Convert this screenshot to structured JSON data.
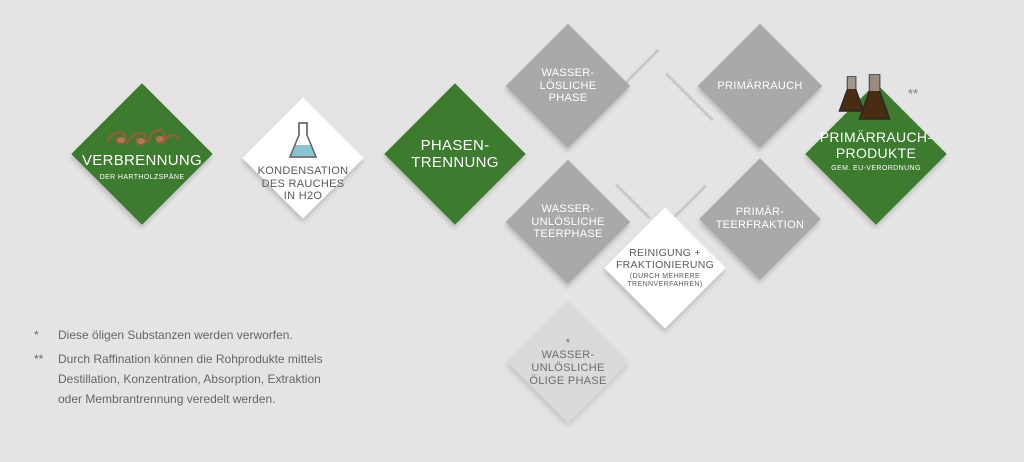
{
  "nodes": {
    "verbrennung": {
      "title": "VERBRENNUNG",
      "subtitle": "DER HARTHOLZSPÄNE"
    },
    "kondensation": {
      "title": "KONDENSATION\nDES RAUCHES\nIN H2O"
    },
    "phasentrennung": {
      "title": "PHASEN-\nTRENNUNG"
    },
    "wasserloesliche_phase": {
      "title": "WASSER-\nLÖSLICHE\nPHASE"
    },
    "primaerrauch": {
      "title": "PRIMÄRRAUCH"
    },
    "wasserunloesliche_teerphase": {
      "title": "WASSER-\nUNLÖSLICHE\nTEERPHASE"
    },
    "primaerteerfraktion": {
      "title": "PRIMÄR-\nTEERFRAKTION"
    },
    "reinigung": {
      "title": "REINIGUNG +\nFRAKTIONIERUNG",
      "subtitle": "(DURCH MEHRERE\nTRENNVERFAHREN)"
    },
    "oelige_phase": {
      "marker": "*",
      "title": "WASSER-\nUNLÖSLICHE\nÖLIGE PHASE"
    },
    "primaerrauchprodukte": {
      "title": "PRIMÄRRAUCH-\nPRODUKTE",
      "subtitle": "GEM. EU-VERORDNUNG",
      "marker": "**"
    }
  },
  "footnotes": [
    {
      "mark": "*",
      "text": "Diese öligen Substanzen werden verworfen."
    },
    {
      "mark": "**",
      "text": "Durch Raffination können die Rohprodukte mittels\nDestillation, Konzentration, Absorption, Extraktion\noder Membrantrennung veredelt werden."
    }
  ],
  "colors": {
    "background": "#e4e4e4",
    "green": "#3d7b2f",
    "grey": "#a9a9a9",
    "light_grey": "#dadada",
    "white": "#ffffff",
    "text_grey": "#666666"
  },
  "icons": [
    "wood-shavings-icon",
    "flask-icon",
    "flasks-icon"
  ]
}
